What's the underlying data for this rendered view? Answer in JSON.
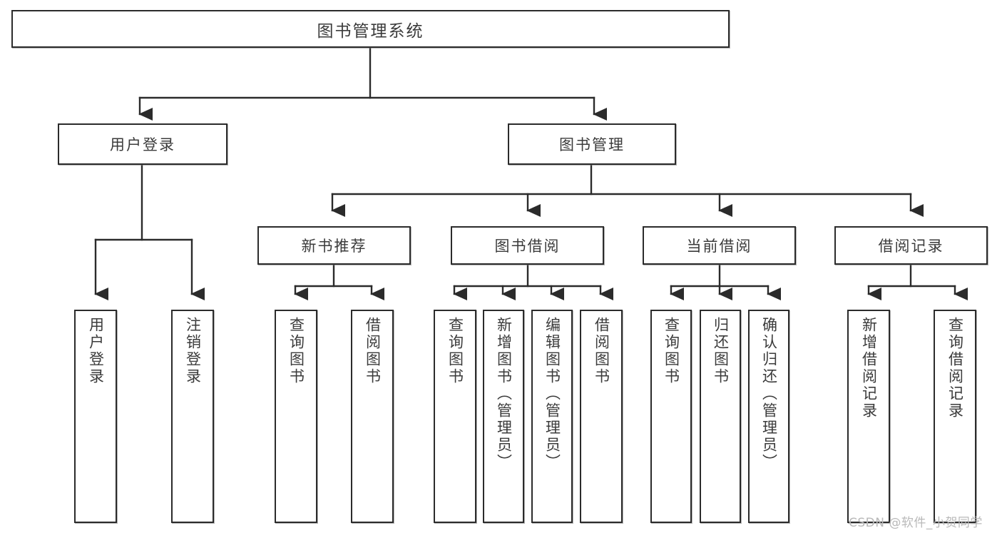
{
  "diagram": {
    "type": "tree",
    "title": "图书管理系统",
    "watermark": "CSDN @软件_小贺同学",
    "colors": {
      "background": "#ffffff",
      "box_border": "#2b2b2b",
      "box_fill": "#ffffff",
      "text": "#3b3b3b",
      "connector": "#2b2b2b",
      "watermark": "#b9b9b9"
    },
    "nodes": {
      "root": {
        "label": "图书管理系统"
      },
      "level1": [
        {
          "id": "user-login",
          "label": "用户登录"
        },
        {
          "id": "book-management",
          "label": "图书管理"
        }
      ],
      "level2": [
        {
          "id": "new-book-recommend",
          "label": "新书推荐"
        },
        {
          "id": "book-borrow",
          "label": "图书借阅"
        },
        {
          "id": "current-borrow",
          "label": "当前借阅"
        },
        {
          "id": "borrow-record",
          "label": "借阅记录"
        }
      ],
      "leaves": [
        {
          "id": "leaf-user-login",
          "parent": "user-login",
          "label": "用户登录"
        },
        {
          "id": "leaf-logout",
          "parent": "user-login",
          "label": "注销登录"
        },
        {
          "id": "leaf-query-book-1",
          "parent": "new-book-recommend",
          "label": "查询图书"
        },
        {
          "id": "leaf-borrow-book-1",
          "parent": "new-book-recommend",
          "label": "借阅图书"
        },
        {
          "id": "leaf-query-book-2",
          "parent": "book-borrow",
          "label": "查询图书"
        },
        {
          "id": "leaf-add-book",
          "parent": "book-borrow",
          "label": "新增图书（管理员）"
        },
        {
          "id": "leaf-edit-book",
          "parent": "book-borrow",
          "label": "编辑图书（管理员）"
        },
        {
          "id": "leaf-borrow-book-2",
          "parent": "book-borrow",
          "label": "借阅图书"
        },
        {
          "id": "leaf-query-book-3",
          "parent": "current-borrow",
          "label": "查询图书"
        },
        {
          "id": "leaf-return-book",
          "parent": "current-borrow",
          "label": "归还图书"
        },
        {
          "id": "leaf-confirm-return",
          "parent": "current-borrow",
          "label": "确认归还（管理员）"
        },
        {
          "id": "leaf-add-record",
          "parent": "borrow-record",
          "label": "新增借阅记录"
        },
        {
          "id": "leaf-query-record",
          "parent": "borrow-record",
          "label": "查询借阅记录"
        }
      ]
    }
  }
}
